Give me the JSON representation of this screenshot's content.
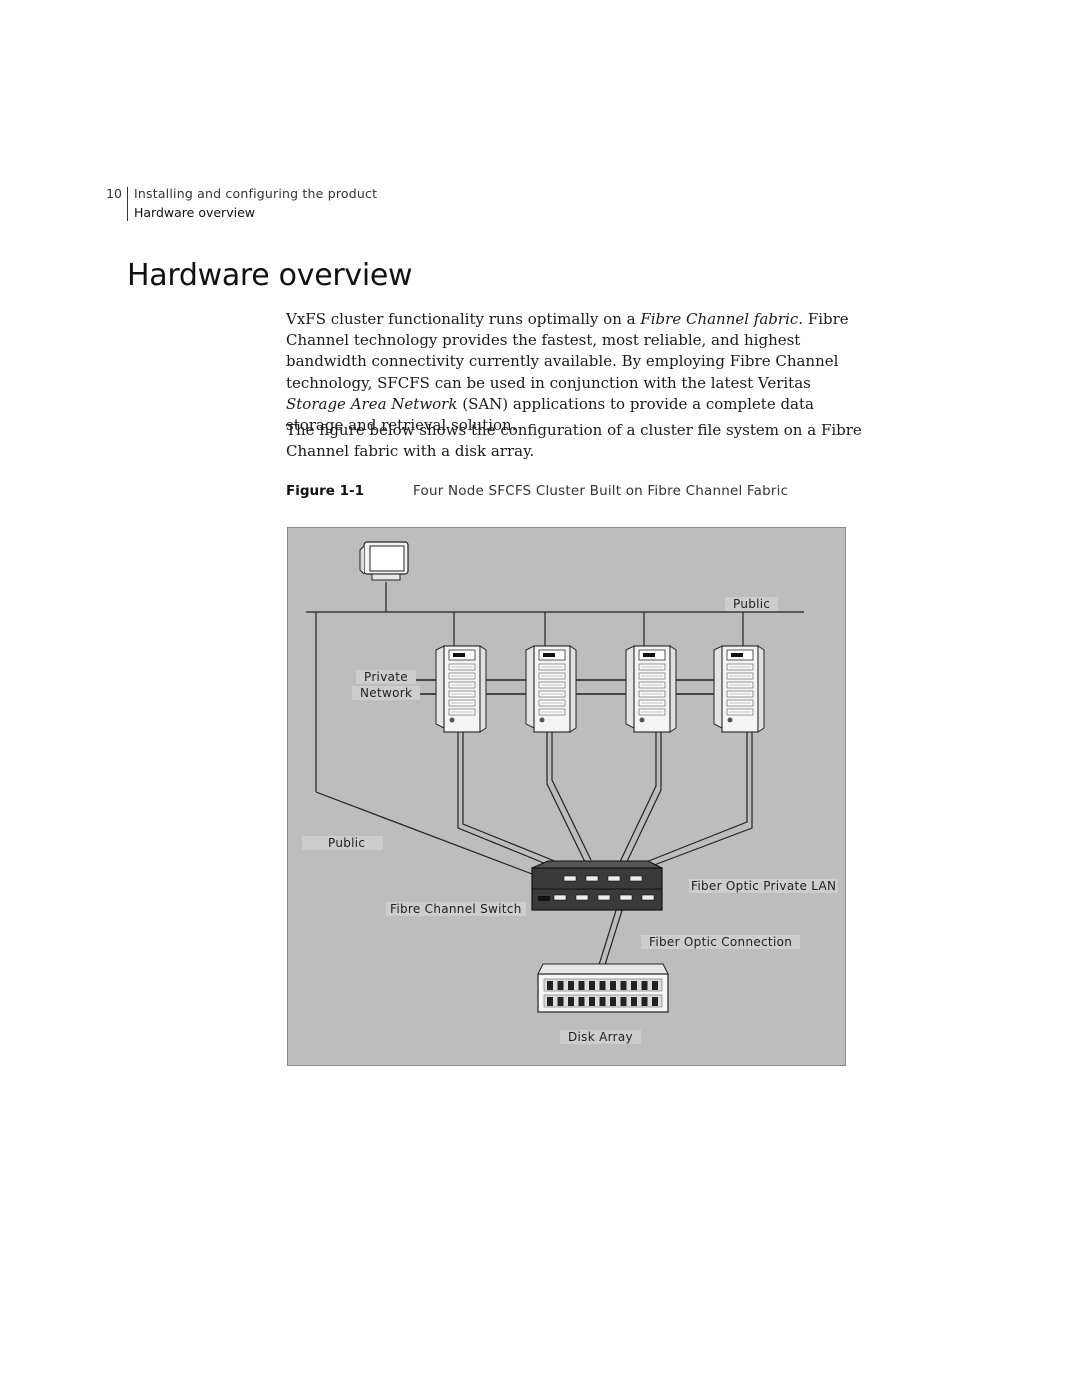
{
  "header": {
    "page_number": "10",
    "chapter": "Installing and configuring the product",
    "section": "Hardware overview"
  },
  "title": "Hardware overview",
  "body": {
    "p1": [
      {
        "text": "VxFS cluster functionality runs optimally on a ",
        "italic": false
      },
      {
        "text": "Fibre Channel fabric",
        "italic": true
      },
      {
        "text": ". Fibre Channel technology provides the fastest, most reliable, and highest bandwidth connectivity currently available. By employing Fibre Channel technology, SFCFS can be used in conjunction with the latest Veritas ",
        "italic": false
      },
      {
        "text": "Storage Area Network",
        "italic": true
      },
      {
        "text": " (SAN) applications to provide a complete data storage and retrieval solution.",
        "italic": false
      }
    ],
    "p2": "The figure below shows the configuration of a cluster file system on a Fibre Channel fabric with a disk array."
  },
  "figure": {
    "label": "Figure 1-1",
    "caption": "Four Node SFCFS Cluster Built on Fibre Channel Fabric",
    "labels": {
      "public_top": "Public",
      "private": "Private",
      "network": "Network",
      "public_left": "Public",
      "fiber_optic_private_lan": "Fiber Optic Private LAN",
      "fibre_channel_switch": "Fibre Channel Switch",
      "fiber_optic_connection": "Fiber Optic Connection",
      "disk_array": "Disk Array"
    },
    "colors": {
      "background": "#bdbdbd",
      "server_body": "#f2f2f2",
      "switch_body": "#3a3a3a",
      "lines": "#222222"
    }
  }
}
